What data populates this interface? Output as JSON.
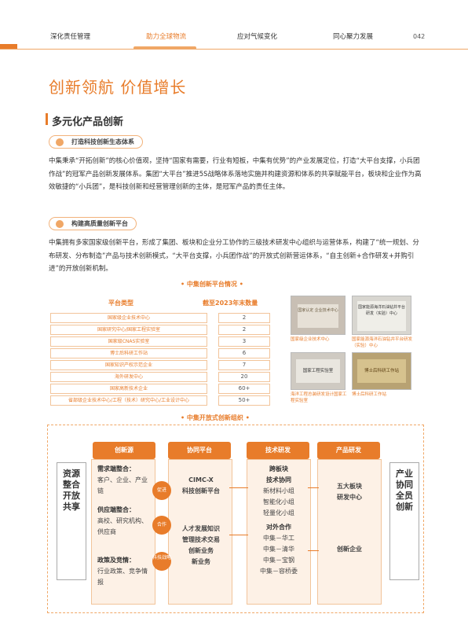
{
  "nav": [
    "深化责任管理",
    "助力全球物流",
    "应对气候变化",
    "同心聚力发展"
  ],
  "page_no": "042",
  "title": "创新领航 价值增长",
  "section": "多元化产品创新",
  "sub1": "打造科技创新生态体系",
  "para1": "中集秉承“开拓创新”的核心价值观，坚持“国家有需要，行业有短板，中集有优势”的产业发展定位，打造“大平台支撑，小兵团作战”的冠军产品创新发展体系。集团“大平台”推进5S战略体系落地实施并构建资源和体系的共享赋能平台，板块和企业作为高效敏捷的“小兵团”，是科技创新和经营管理创新的主体，是冠军产品的责任主体。",
  "sub2": "构建高质量创新平台",
  "para2": "中集拥有多家国家级创新平台，形成了集团、板块和企业分工协作的三级技术研发中心组织与运营体系，构建了“统一规划、分布研发、分布制造”产品与技术创新模式，“大平台支撑，小兵团作战”的开放式创新营运体系，“自主创新+合作研发+并购引进”的开放创新机制。",
  "platform_title": "中集创新平台情况",
  "table_head": [
    "平台类型",
    "截至2023年末数量"
  ],
  "table_rows": [
    [
      "国家级企业技术中心",
      "2"
    ],
    [
      "国家研究中心/国家工程实验室",
      "2"
    ],
    [
      "国家级CNAS实验室",
      "3"
    ],
    [
      "博士后科研工作站",
      "6"
    ],
    [
      "国家知识产权示范企业",
      "7"
    ],
    [
      "海外研发中心",
      "20"
    ],
    [
      "国家高新技术企业",
      "60+"
    ],
    [
      "省部级企业技术中心/工程（技术）研究中心/工业设计中心",
      "50+"
    ]
  ],
  "photo_captions": [
    "国家级企业技术中心",
    "国家能源海洋石油钻井平台研发（实验）中心",
    "海洋工程总装研发设计国家工程实验室",
    "博士后科研工作站"
  ],
  "photo_texts": [
    "国家认定 企业技术中心",
    "国家能源海洋石油钻井平台研发（实验）中心",
    "国家工程实验室",
    "博士后科研工作站"
  ],
  "org_title": "中集开放式创新组织",
  "columns": [
    "创新源",
    "协同平台",
    "技术研发",
    "产品研发"
  ],
  "left_side": "资源整合 开放共享",
  "right_side": "产业协同 全员创新",
  "src": [
    {
      "head": "需求端整合：",
      "body": "客户、企业、产业链"
    },
    {
      "head": "供应端整合：",
      "body": "高校、研究机构、供应商"
    },
    {
      "head": "政策及竞情：",
      "body": "行业政策、竞争情报"
    }
  ],
  "bubbles": [
    "促进",
    "合作",
    "科技战略"
  ],
  "platform": [
    "CIMC-X",
    "科技创新平台",
    "人才发展知识",
    "管理技术交易",
    "创新业务",
    "新业务"
  ],
  "tech": [
    "跨板块",
    "技术协同",
    "新材料小组",
    "智能化小组",
    "轻量化小组",
    "对外合作",
    "中集－华工",
    "中集－清华",
    "中集－宝钢",
    "中集－容桥委"
  ],
  "product": [
    "五大板块",
    "研发中心",
    "创新企业"
  ]
}
